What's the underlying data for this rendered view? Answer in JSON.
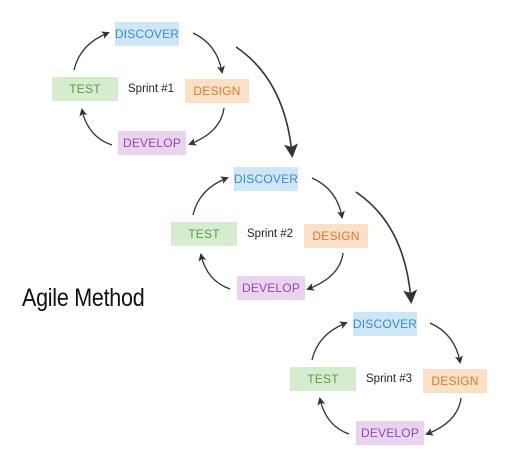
{
  "title": "Agile Method",
  "sprints": [
    {
      "label": "Sprint #1",
      "discover": "DISCOVER",
      "design": "DESIGN",
      "develop": "DEVELOP",
      "test": "TEST"
    },
    {
      "label": "Sprint #2",
      "discover": "DISCOVER",
      "design": "DESIGN",
      "develop": "DEVELOP",
      "test": "TEST"
    },
    {
      "label": "Sprint #3",
      "discover": "DISCOVER",
      "design": "DESIGN",
      "develop": "DEVELOP",
      "test": "TEST"
    }
  ],
  "colors": {
    "discover_bg": "#cfe6f6",
    "discover_text": "#3b8ccb",
    "design_bg": "#fae0c6",
    "design_text": "#dd7a2a",
    "develop_bg": "#ead3f1",
    "develop_text": "#8b4fa6",
    "test_bg": "#d6ecce",
    "test_text": "#5b9b47",
    "arrow": "#333333"
  }
}
